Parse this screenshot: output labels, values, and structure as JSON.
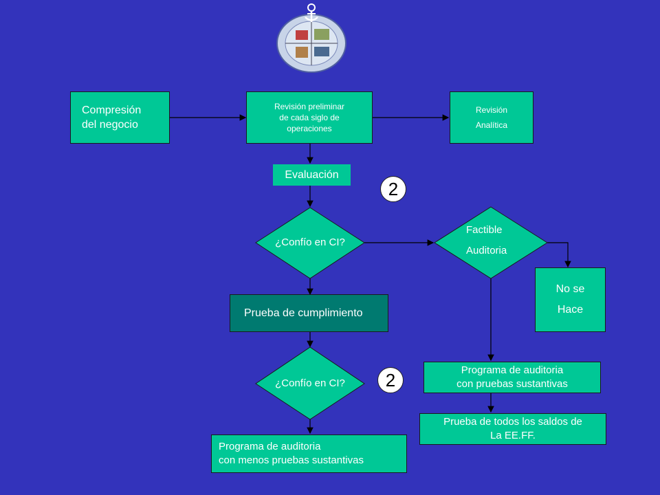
{
  "nodes": {
    "compresion": [
      "Compresión",
      "del negocio"
    ],
    "revision_preliminar": [
      "Revisión preliminar",
      "de cada siglo de",
      "operaciones"
    ],
    "revision_analitica": [
      "Revisión",
      "Analítica"
    ],
    "evaluacion": "Evaluación",
    "confio_1": "¿Confío en CI?",
    "factible": [
      "Factible",
      "Auditoria"
    ],
    "no_se_hace": [
      "No se",
      "Hace"
    ],
    "prueba_cumplimiento": "Prueba de cumplimiento",
    "confio_2": "¿Confío en CI?",
    "programa_menos": [
      "Programa de auditoria",
      "con menos pruebas sustantivas"
    ],
    "programa_sustantivas": [
      "Programa de auditoria",
      "con pruebas sustantivas"
    ],
    "prueba_saldos": [
      "Prueba de todos los saldos de",
      "La EE.FF."
    ]
  },
  "badges": [
    "2",
    "2"
  ],
  "colors": {
    "background": "#3333bb",
    "box": "#00c896",
    "box_dark": "#007a70",
    "diamond": "#00c896"
  },
  "logo": {
    "icon": "anchor-seal-icon"
  }
}
